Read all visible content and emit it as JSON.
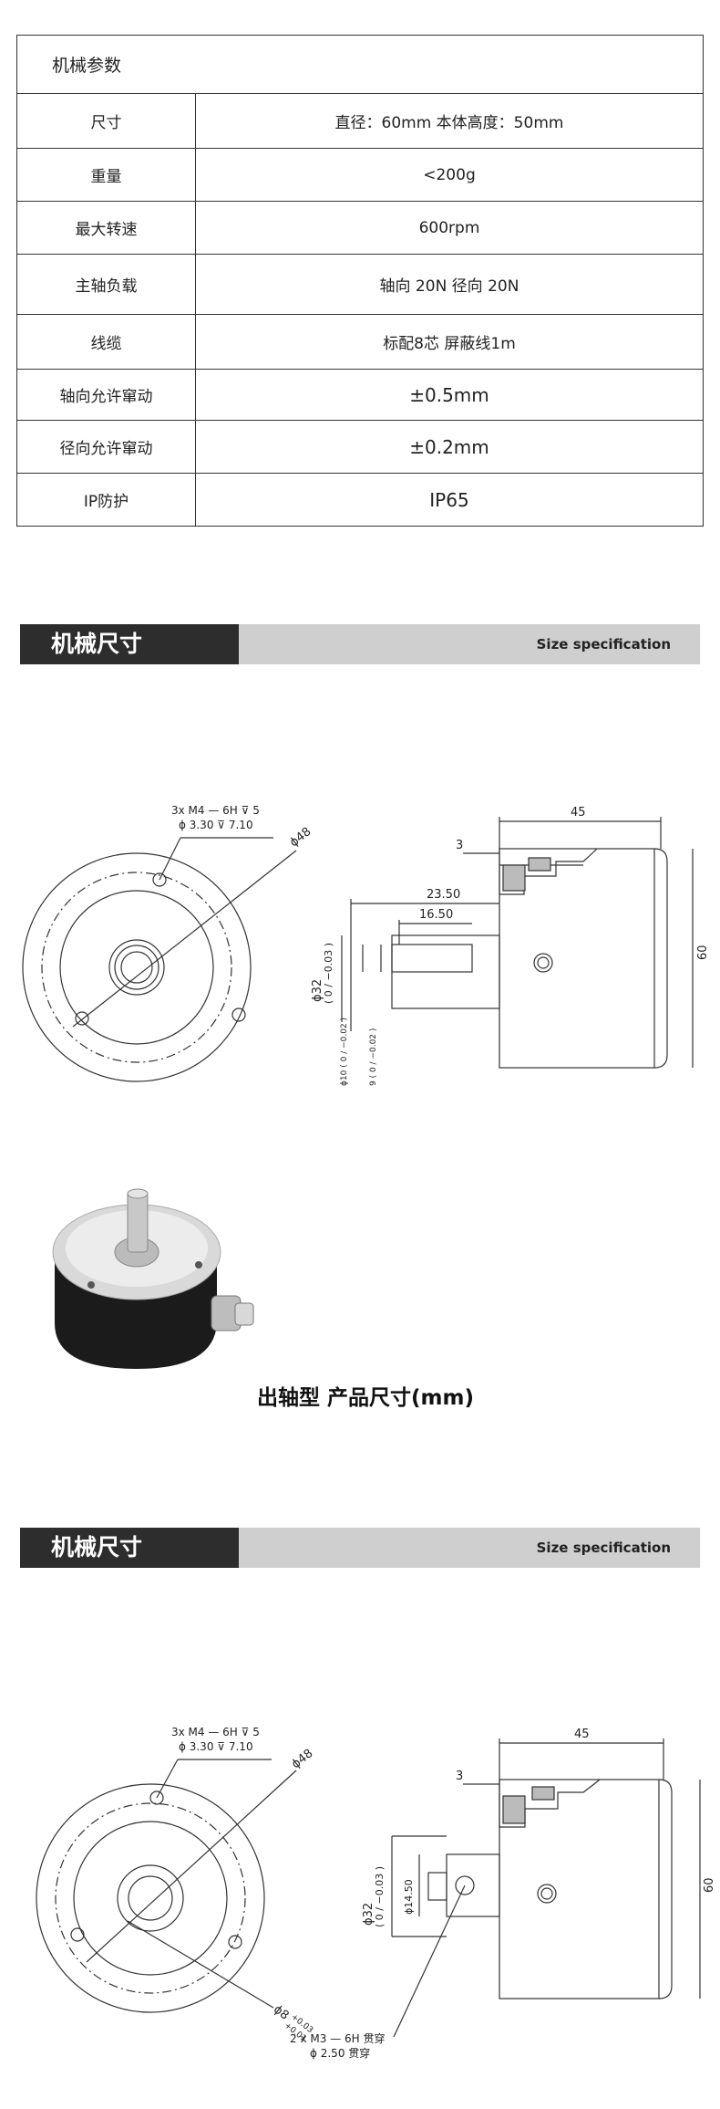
{
  "spec": {
    "title": "机械参数",
    "rows": [
      {
        "key": "尺寸",
        "value": "直径：60mm   本体高度：50mm"
      },
      {
        "key": "重量",
        "value": "<200g"
      },
      {
        "key": "最大转速",
        "value": "600rpm"
      },
      {
        "key": "主轴负载",
        "value": "轴向 20N   径向  20N"
      },
      {
        "key": "线缆",
        "value": "标配8芯   屏蔽线1m"
      },
      {
        "key": "轴向允许窜动",
        "value": "±0.5mm"
      },
      {
        "key": "径向允许窜动",
        "value": "±0.2mm"
      },
      {
        "key": "IP防护",
        "value": "IP65"
      }
    ]
  },
  "section1": {
    "title": "机械尺寸",
    "subtitle": "Size specification"
  },
  "drawing1": {
    "hole_note_1": "3x  M4 —  6H ⊽ 5",
    "hole_note_2": "ϕ 3.30 ⊽ 7.10",
    "dia48": "ϕ48",
    "dim_45": "45",
    "dim_3": "3",
    "dim_23_50": "23.50",
    "dim_16_50": "16.50",
    "dim_60": "60",
    "dia32": "ϕ32",
    "tol_32": "( 0 / −0.03 )",
    "dia10": "ϕ10 ( 0 / −0.02 )",
    "dim_9": "9 ( 0 / −0.02 )"
  },
  "photo": {
    "caption": "出轴型  产品尺寸(mm)"
  },
  "section2": {
    "title": "机械尺寸",
    "subtitle": "Size specification"
  },
  "drawing2": {
    "hole_note_1": "3x  M4 —  6H ⊽ 5",
    "hole_note_2": "ϕ 3.30 ⊽ 7.10",
    "dia48": "ϕ48",
    "dia8": "ϕ8",
    "tol_8_upper": "+0.03",
    "tol_8_lower": "+0.01",
    "dim_45": "45",
    "dim_3": "3",
    "dim_60": "60",
    "dia32": "ϕ32",
    "tol_32": "( 0 / −0.03 )",
    "dia14_50": "ϕ14.50",
    "thread_note_1": "2 x  M3 — 6H 贯穿",
    "thread_note_2": "ϕ 2.50 贯穿"
  }
}
